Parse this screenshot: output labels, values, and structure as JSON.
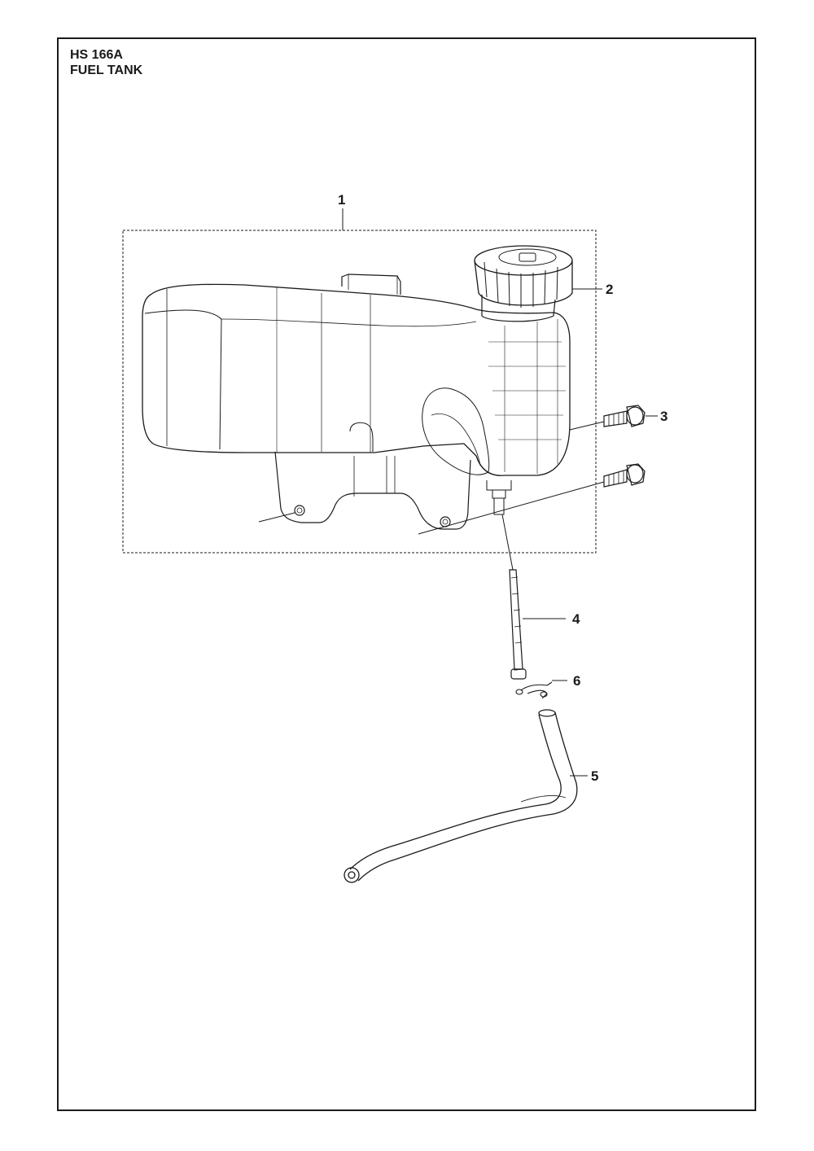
{
  "header": {
    "model": "HS 166A",
    "section": "FUEL TANK"
  },
  "callouts": [
    {
      "id": "1"
    },
    {
      "id": "2"
    },
    {
      "id": "3"
    },
    {
      "id": "4"
    },
    {
      "id": "5"
    },
    {
      "id": "6"
    }
  ],
  "colors": {
    "line": "#1a1a1a",
    "frame": "#1a1a1a",
    "background": "#ffffff"
  }
}
